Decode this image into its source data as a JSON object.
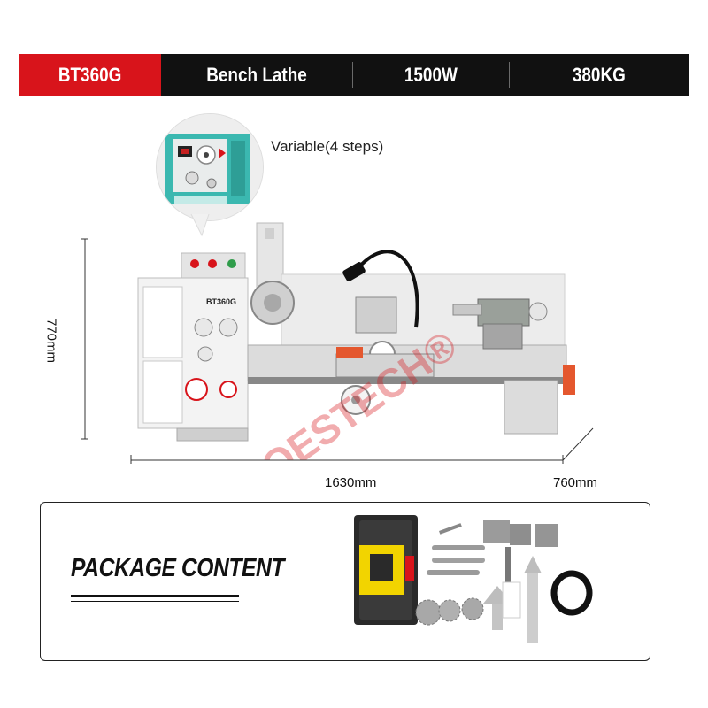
{
  "banner": {
    "model": "BT360G",
    "type": "Bench Lathe",
    "power": "1500W",
    "weight": "380KG",
    "accent_color": "#d8141b",
    "background_color": "#111111"
  },
  "speed_callout": {
    "label": "Variable(4 steps)"
  },
  "machine": {
    "headstock_label": "BT360G",
    "watermark": "JOESTECH®"
  },
  "dimensions": {
    "height": "770mm",
    "length": "1630mm",
    "depth": "760mm"
  },
  "package": {
    "title": "PACKAGE CONTENT",
    "toolbox_color": "#f2d400"
  }
}
